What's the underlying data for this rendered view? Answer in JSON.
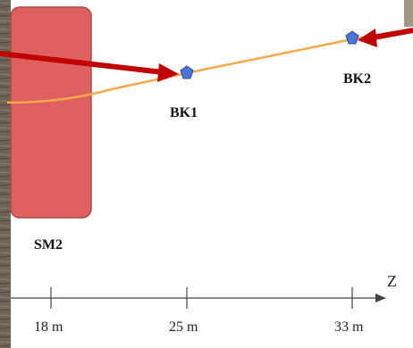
{
  "diagram": {
    "block": {
      "label": "SM2",
      "color": "#e06060",
      "stroke": "#a94a4a"
    },
    "track_color": "#f5a94a",
    "marker_color": "#4a74d6",
    "arrow_color": "#c00000",
    "markers": [
      {
        "label": "BK1"
      },
      {
        "label": "BK2"
      }
    ],
    "axis": {
      "name": "Z",
      "ticks": [
        "18 m",
        "25 m",
        "33 m"
      ]
    },
    "left_strip_color": "#6e6457"
  }
}
